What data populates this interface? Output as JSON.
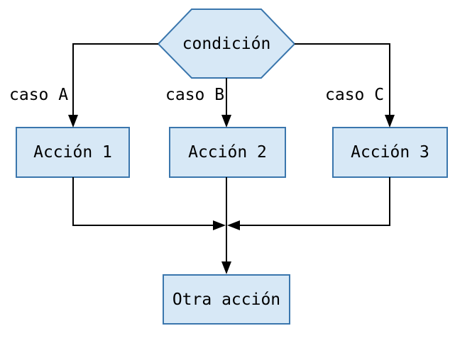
{
  "diagram": {
    "background_color": "#ffffff",
    "node_fill_color": "#d7e8f6",
    "node_border_color": "#3a76ad",
    "line_color": "#000000",
    "text_color": "#000000",
    "condition": {
      "label": "condición"
    },
    "branches": [
      {
        "case_label": "caso A",
        "action_label": "Acción 1"
      },
      {
        "case_label": "caso B",
        "action_label": "Acción 2"
      },
      {
        "case_label": "caso C",
        "action_label": "Acción 3"
      }
    ],
    "final_action": {
      "label": "Otra acción"
    }
  }
}
